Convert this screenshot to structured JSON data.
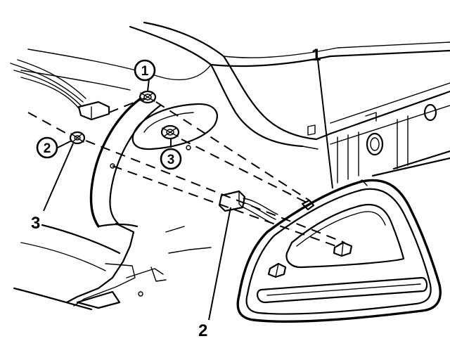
{
  "callouts": {
    "c1": "1",
    "c2": "2",
    "c3": "3",
    "circle1": "1",
    "circle2": "2",
    "circle3": "3"
  }
}
